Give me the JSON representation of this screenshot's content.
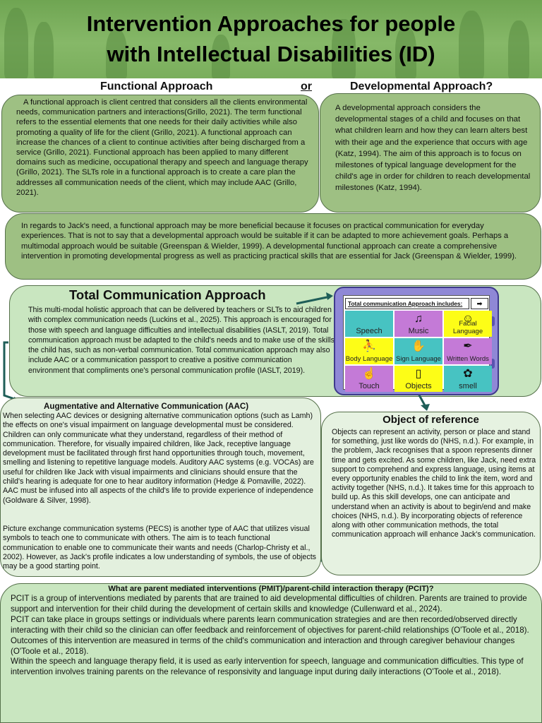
{
  "header": {
    "title_line1": "Intervention Approaches for people",
    "title_line2": "with Intellectual Disabilities (ID)"
  },
  "subheadings": {
    "functional": "Functional Approach",
    "or": "or",
    "developmental": "Developmental Approach?"
  },
  "functional_text": "A functional approach is client centred that considers all the clients environmental needs, communication partners and interactions(Grillo, 2021). The term functional refers to the essential elements that one needs for their daily activities while also promoting a quality of life for the client (Grillo, 2021). A functional approach can increase the chances of a client to continue activities after being discharged from a service (Grillo, 2021). Functional approach has been applied to many different domains such as medicine, occupational therapy and speech and language therapy (Grillo, 2021). The SLTs role in a functional approach is to create a care plan the addresses all communication needs of the client, which may include AAC (Grillo, 2021).",
  "developmental_text": "A developmental approach considers the developmental stages of a child and focuses on that what children learn and how they can learn alters best with their age and the experience that occurs with age (Katz, 1994). The aim of this approach is to focus on milestones of typical language development for the child's age in order for children to reach developmental milestones (Katz, 1994).",
  "jack_text": "In regards to Jack's need, a functional approach may be more beneficial because it focuses on practical communication for everyday experiences. That is not to say that a developmental approach would be suitable if it can be adapted to more achievement goals. Perhaps a multimodal approach would be suitable (Greenspan & Wielder, 1999). A developmental functional approach can create a comprehensive intervention in promoting developmental progress as well as practicing practical skills that are essential for Jack (Greenspan & Wielder, 1999).",
  "total_communication": {
    "heading": "Total Communication Approach",
    "text": "This multi-modal holistic approach that can be delivered by teachers or SLTs to aid children with complex communication needs (Luckins et al., 2025). This approach is encouraged for those with speech and language difficulties and intellectual disabilities (IASLT, 2019). Total communication approach must be adapted to the child's needs and to make use of the skills the child has, such as non-verbal communication. Total communication approach may also include AAC or a communication passport to creative a positive communication environment that compliments one's personal communication profile (IASLT, 2019)."
  },
  "tablet": {
    "header": "Total communication Approach includes:",
    "next_icon": "arrow-right",
    "tiles": [
      {
        "label": "Speech",
        "icon": "speech-bubble",
        "color": "#47c3c2"
      },
      {
        "label": "Music",
        "icon": "music-note",
        "color": "#c47ad7"
      },
      {
        "label": "Facial Language",
        "icon": "face",
        "color": "#fdfd17"
      },
      {
        "label": "Body Language",
        "icon": "body",
        "color": "#fdfd17"
      },
      {
        "label": "Sign Language",
        "icon": "hand",
        "color": "#47c3c2"
      },
      {
        "label": "Written Words",
        "icon": "pen",
        "color": "#c47ad7"
      },
      {
        "label": "Touch",
        "icon": "touch",
        "color": "#c47ad7"
      },
      {
        "label": "Objects",
        "icon": "phone",
        "color": "#fdfd17"
      },
      {
        "label": "smell",
        "icon": "nose",
        "color": "#47c3c2"
      }
    ]
  },
  "aac": {
    "heading": "Augmentative and Alternative Communication (AAC)",
    "text": "When selecting AAC devices or designing alternative communication options (such as Lamh) the effects on one's visual impairment on language developmental must be considered. Children can only communicate what they understand, regardless of their method of communication. Therefore, for visually impaired children, like Jack, receptive language development must be facilitated through first hand opportunities through touch, movement, smelling and listening to repetitive language models. Auditory AAC systems (e.g. VOCAs) are useful for children like Jack with visual impairments and clinicians should ensure that the child's hearing is adequate for one to hear auditory information (Hedge & Pomaville, 2022). AAC must be infused into all aspects of the child's life to provide experience of independence (Goldware & Silver, 1998).",
    "pecs": "Picture exchange communication systems (PECS) is another type of AAC that utilizes visual symbols to teach one to communicate with others. The aim is to teach functional communication to enable one to communicate their wants and needs (Charlop-Christy et al., 2002). However, as Jack's profile indicates a low understanding of symbols, the use of objects may be a good starting point."
  },
  "object_of_reference": {
    "heading": "Object of reference",
    "text": "Objects can represent an activity, person or place and stand for something, just like words do (NHS, n.d.). For example, in the problem, Jack recognises that a spoon represents dinner time and gets excited. As some children, like Jack, need extra support to comprehend and express language, using items at every opportunity enables the child to link the item, word and activity together (NHS, n.d.). It takes time for this approach to build up. As this skill develops, one can anticipate and understand when an activity is about to begin/end and make choices (NHS, n.d.). By incorporating objects of reference along with other communication methods, the total communication approach will enhance Jack's communication."
  },
  "pcit": {
    "heading": "What are parent mediated interventions (PMIT)/parent-child interaction therapy (PCIT)?",
    "p1": "PCIT is a group of interventions mediated by parents that are trained to aid developmental difficulties of children. Parents are trained to provide support and intervention for their child during the development of certain skills and knowledge (Cullenward et al., 2024).",
    "p2": "PCIT can take place in groups settings or individuals where parents learn communication strategies and are then recorded/observed directly interacting with their child so the clinician can offer feedback and reinforcement of objectives for parent-child relationships (O'Toole et al., 2018).",
    "p3": "Outcomes of this intervention are measured in terms of the child's communication and interaction and through caregiver behaviour changes (O'Toole et al., 2018).",
    "p4": "Within the speech and language therapy field, it is used as early intervention for speech, language and communication difficulties. This type of intervention involves training parents on the relevance of responsivity and language input during daily interactions (O'Toole et al., 2018)."
  }
}
